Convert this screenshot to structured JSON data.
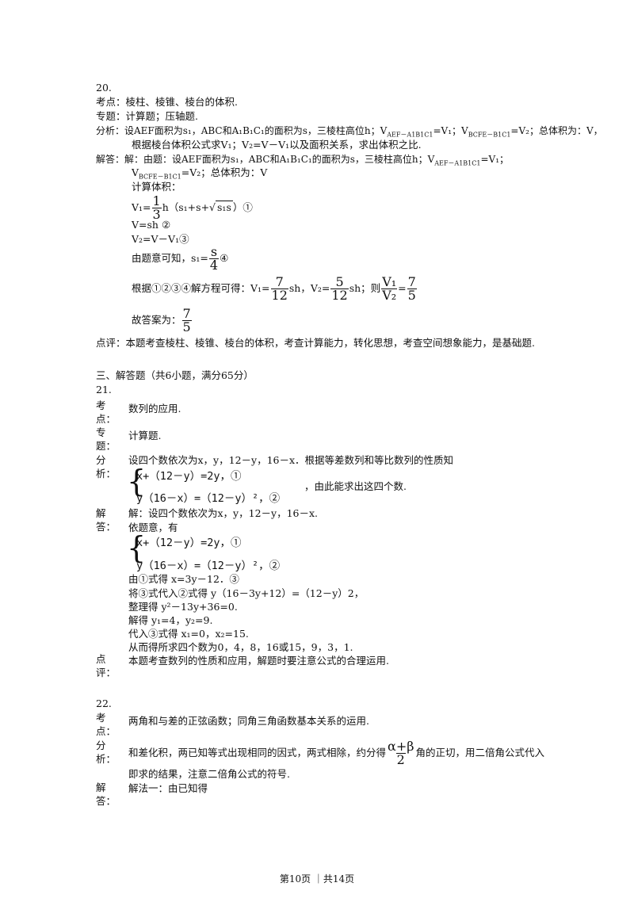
{
  "q20": {
    "num": "20.",
    "kaodian": "考点：棱柱、棱锥、棱台的体积.",
    "zhuanti": "专题：计算题；压轴题.",
    "fenxi1": "分析：设AEF面积为s₁，ABC和A₁B₁C₁的面积为s，三棱柱高位h；V",
    "fenxi1_sub1": "AEF－A1B1C1",
    "fenxi1_b": "=V₁；V",
    "fenxi1_sub2": "BCFE－B1C1",
    "fenxi1_c": "=V₂；总体积为：V，",
    "fenxi2": "根据棱台体积公式求V₁；V₂=V－V₁以及面积关系，求出体积之比.",
    "jieda1": "解答：解：由题：设AEF面积为s₁，ABC和A₁B₁C₁的面积为s，三棱柱高位h；V",
    "jieda1_sub": "AEF－A1B1C1",
    "jieda1_b": "=V₁；",
    "jieda2_pre": "V",
    "jieda2_sub": "BCFE－B1C1",
    "jieda2_b": "=V₂；总体积为：V",
    "jisuan": "计算体积：",
    "v1_pre": "V₁=",
    "v1_num": "1",
    "v1_den": "3",
    "v1_mid": "h（s₁+s+",
    "v1_sqrt": "s₁s",
    "v1_post": "）①",
    "vsh": "V=sh ②",
    "v2": "V₂=V－V₁③",
    "youti": "由题意可知，s₁=",
    "youti_num": "s",
    "youti_den": "4",
    "youti_post": "④",
    "genju": "根据①②③④解方程可得：V₁=",
    "g_n1": "7",
    "g_d1": "12",
    "g_mid1": "sh，V₂=",
    "g_n2": "5",
    "g_d2": "12",
    "g_mid2": "sh；则",
    "g_n3": "V₁",
    "g_d3": "V₂",
    "g_eq": "=",
    "g_n4": "7",
    "g_d4": "5",
    "gudaan": "故答案为：",
    "gd_num": "7",
    "gd_den": "5",
    "dianping": "点评：本题考查棱柱、棱锥、棱台的体积，考查计算能力，转化思想，考查空间想象能力，是基础题."
  },
  "section3": "三、解答题（共6小题，满分65分）",
  "q21": {
    "num": "21.",
    "kao": "考",
    "dian": "点：",
    "kaodian": "数列的应用.",
    "zhuan": "专",
    "ti": "题：",
    "zhuanti": "计算题.",
    "fen": "分",
    "xi": "析：",
    "fenxi1": "设四个数依次为x，y，12－y，16－x．根据等差数列和等比数列的性质知",
    "eq1": "x+（12－y）=2y，①",
    "eq2": "y（16－x）=（12－y）²，②",
    "eq_post": "，由此能求出这四个数.",
    "jie": "解",
    "da": "答：",
    "jieda1": "解：设四个数依次为x，y，12－y，16－x.",
    "jieda2": "依题意，有",
    "s1": "由①式得 x=3y－12．③",
    "s2": "将③式代入②式得 y（16－3y+12）=（12－y）2，",
    "s3": "整理得 y²－13y+36=0.",
    "s4": "解得 y₁=4，y₂=9.",
    "s5": "代入③式得 x₁=0，x₂=15.",
    "s6": "从而得所求四个数为0，4，8，16或15，9，3，1.",
    "dianl": "点",
    "ping": "评：",
    "dianping": "本题考查数列的性质和应用，解题时要注意公式的合理运用."
  },
  "q22": {
    "num": "22.",
    "kao": "考",
    "dian": "点：",
    "kaodian": "两角和与差的正弦函数；同角三角函数基本关系的运用.",
    "fen": "分",
    "xi": "析：",
    "fenxi1_a": "和差化积，两已知等式出现相同的因式，两式相除，约分得",
    "frac_num": "α+β",
    "frac_den": "2",
    "fenxi1_b": "角的正切，用二倍角公式代入",
    "fenxi2": "即求的结果，注意二倍角公式的符号.",
    "jie": "解",
    "da": "答：",
    "jieda1": "解法一：由已知得"
  },
  "footer": "第10页 ｜共14页"
}
